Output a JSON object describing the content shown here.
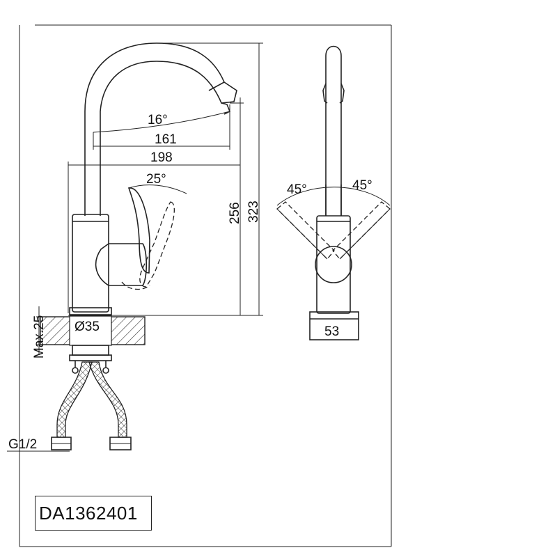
{
  "product_code": "DA1362401",
  "side_view": {
    "dimensions": {
      "spout_angle": "16°",
      "spout_reach_inner": "161",
      "spout_reach_outer": "198",
      "lever_angle": "25°",
      "outlet_height": "256",
      "total_height": "323",
      "base_diameter": "Ø35",
      "max_counter_thickness": "Max.25",
      "thread": "G1/2"
    }
  },
  "front_view": {
    "dimensions": {
      "left_rotation": "45°",
      "right_rotation": "45°",
      "base_width": "53"
    }
  }
}
